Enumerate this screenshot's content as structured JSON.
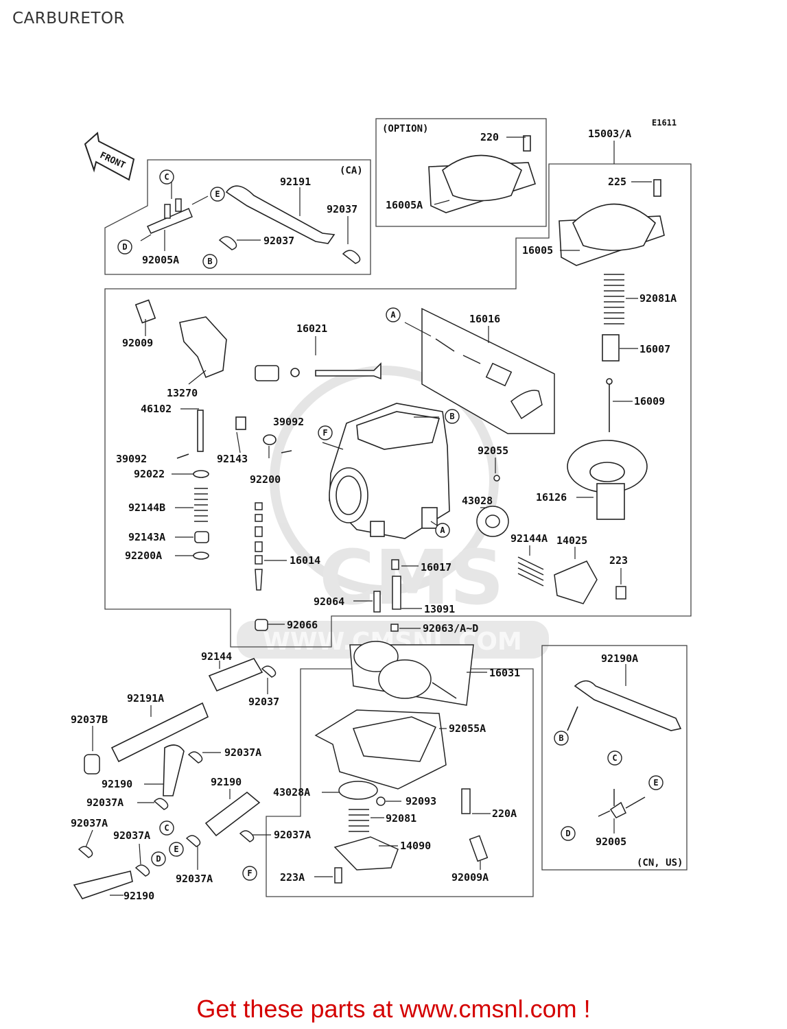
{
  "page": {
    "title": "CARBURETOR",
    "footer_cta": "Get these parts at www.cmsnl.com !"
  },
  "diagram": {
    "code": "E1611",
    "front_arrow": "FRONT",
    "watermark": [
      "CMS",
      "WWW.CMSNL.COM"
    ],
    "notes": {
      "option": "(OPTION)",
      "ca": "(CA)",
      "cn_us": "(CN, US)"
    },
    "parts": [
      "220",
      "16005A",
      "15003/A",
      "225",
      "16005",
      "92191",
      "92037",
      "92037",
      "92005A",
      "92081A",
      "16007",
      "16009",
      "16126",
      "92009",
      "13270",
      "16021",
      "16016",
      "46102",
      "39092",
      "39092",
      "92143",
      "92200",
      "92022",
      "92144B",
      "92143A",
      "92200A",
      "16014",
      "92055",
      "43028",
      "92144A",
      "14025",
      "223",
      "16017",
      "92064",
      "13091",
      "92066",
      "92063/A~D",
      "16031",
      "92144",
      "92037",
      "92191A",
      "92037B",
      "92037A",
      "92190",
      "92037A",
      "92190",
      "92037A",
      "92037A",
      "92037A",
      "92037A",
      "92190",
      "92055A",
      "43028A",
      "92093",
      "92081",
      "220A",
      "14090",
      "223A",
      "92009A",
      "92190A",
      "92005"
    ],
    "refs": [
      "A",
      "A",
      "B",
      "B",
      "B",
      "C",
      "C",
      "C",
      "D",
      "D",
      "D",
      "E",
      "E",
      "E",
      "F",
      "F"
    ]
  },
  "colors": {
    "line": "#111111",
    "frame": "#444444",
    "watermark": "#c8c8c8",
    "cta": "#d40000"
  }
}
